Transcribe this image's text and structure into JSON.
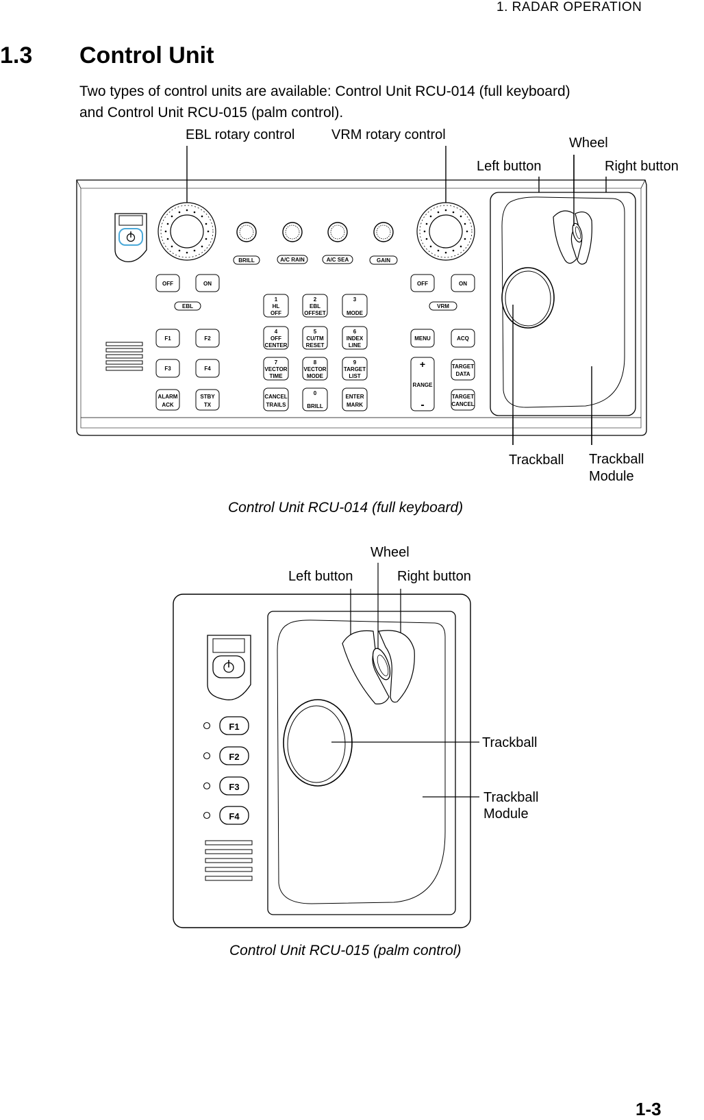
{
  "header": {
    "chapter": "1.  RADAR  OPERATION"
  },
  "section": {
    "number": "1.3",
    "title": "Control Unit"
  },
  "intro": {
    "line1": "Two types of control units are available: Control Unit RCU-014 (full keyboard)",
    "line2": "and Control Unit RCU-015 (palm control)."
  },
  "rcu014": {
    "callouts": {
      "ebl": "EBL rotary control",
      "vrm": "VRM rotary control",
      "wheel": "Wheel",
      "left_button": "Left button",
      "right_button": "Right button",
      "trackball": "Trackball",
      "module_line1": "Trackball",
      "module_line2": "Module"
    },
    "knob_labels": [
      "BRILL",
      "A/C RAIN",
      "A/C SEA",
      "GAIN"
    ],
    "ebl_off": "OFF",
    "ebl_on": "ON",
    "ebl_label": "EBL",
    "vrm_off": "OFF",
    "vrm_on": "ON",
    "vrm_label": "VRM",
    "fkeys": [
      "F1",
      "F2",
      "F3",
      "F4"
    ],
    "alarm_key": [
      "ALARM",
      "ACK"
    ],
    "stby_key": [
      "STBY",
      "TX"
    ],
    "keypad": [
      [
        "1",
        "HL",
        "OFF"
      ],
      [
        "2",
        "EBL",
        "OFFSET"
      ],
      [
        "3",
        "",
        "MODE"
      ],
      [
        "4",
        "OFF",
        "CENTER"
      ],
      [
        "5",
        "CU/TM",
        "RESET"
      ],
      [
        "6",
        "INDEX",
        "LINE"
      ],
      [
        "7",
        "VECTOR",
        "TIME"
      ],
      [
        "8",
        "VECTOR",
        "MODE"
      ],
      [
        "9",
        "TARGET",
        "LIST"
      ],
      [
        "",
        "CANCEL",
        "TRAILS"
      ],
      [
        "0",
        "",
        "BRILL"
      ],
      [
        "",
        "ENTER",
        "MARK"
      ]
    ],
    "menu_key": "MENU",
    "acq_key": "ACQ",
    "range": {
      "plus": "+",
      "label": "RANGE",
      "minus": "-"
    },
    "target_data": [
      "TARGET",
      "DATA"
    ],
    "target_cancel": [
      "TARGET",
      "CANCEL"
    ],
    "caption": "Control Unit RCU-014 (full keyboard)"
  },
  "rcu015": {
    "callouts": {
      "wheel": "Wheel",
      "left_button": "Left button",
      "right_button": "Right button",
      "trackball": "Trackball",
      "module_line1": "Trackball",
      "module_line2": "Module"
    },
    "fkeys": [
      "F1",
      "F2",
      "F3",
      "F4"
    ],
    "caption": "Control Unit RCU-015 (palm control)"
  },
  "page_number": "1-3"
}
